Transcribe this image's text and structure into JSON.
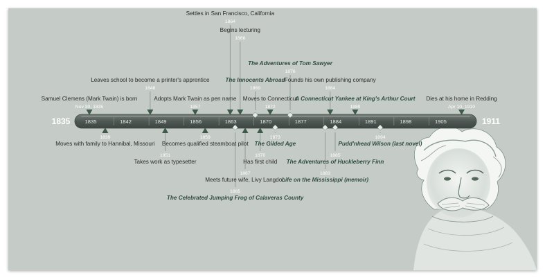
{
  "timeline": {
    "start_label": "1835",
    "end_label": "1911",
    "start_year": 1835,
    "end_year": 1911,
    "ticks": [
      "1835",
      "1842",
      "1849",
      "1856",
      "1863",
      "1870",
      "1877",
      "1884",
      "1891",
      "1898",
      "1905"
    ],
    "events": [
      {
        "year": 1835.83,
        "date": "Nov 30, 1835",
        "text": "Samuel Clemens (Mark Twain) is born",
        "side": "above",
        "level": 0,
        "marker": "triangle",
        "style": "normal"
      },
      {
        "year": 1839,
        "date": "1839",
        "text": "Moves with family to Hannibal, Missouri",
        "side": "below",
        "level": 0,
        "marker": "triangle",
        "style": "normal"
      },
      {
        "year": 1848,
        "date": "1848",
        "text": "Leaves school to become a printer's apprentice",
        "side": "above",
        "level": 1,
        "marker": "triangle",
        "style": "normal"
      },
      {
        "year": 1851,
        "date": "1851",
        "text": "Takes work as typesetter",
        "side": "below",
        "level": 1,
        "marker": "triangle",
        "style": "normal"
      },
      {
        "year": 1857,
        "date": "1857",
        "text": "Adopts Mark Twain as pen name",
        "side": "above",
        "level": 0,
        "marker": "triangle",
        "style": "normal"
      },
      {
        "year": 1859,
        "date": "1859",
        "text": "Becomes qualified steamboat pilot",
        "side": "below",
        "level": 0,
        "marker": "triangle",
        "style": "normal"
      },
      {
        "year": 1864,
        "date": "1864",
        "text": "Settles in San Francisco, California",
        "side": "above",
        "level": 5,
        "marker": "triangle",
        "style": "normal"
      },
      {
        "year": 1865,
        "date": "1865",
        "text": "The Celebrated Jumping Frog of Calaveras County",
        "side": "below",
        "level": 3,
        "marker": "diamond",
        "style": "em"
      },
      {
        "year": 1866,
        "date": "1866",
        "text": "Begins lecturing",
        "side": "above",
        "level": 4,
        "marker": "triangle",
        "style": "normal"
      },
      {
        "year": 1867,
        "date": "1867",
        "text": "Meets future wife, Livy Langdon",
        "side": "below",
        "level": 2,
        "marker": "triangle",
        "style": "normal"
      },
      {
        "year": 1869,
        "date": "1869",
        "text": "The Innocents Abroad",
        "side": "above",
        "level": 1,
        "marker": "diamond",
        "style": "em"
      },
      {
        "year": 1870,
        "date": "1870",
        "text": "Has first child",
        "side": "below",
        "level": 1,
        "marker": "triangle",
        "style": "normal"
      },
      {
        "year": 1872,
        "date": "1872",
        "text": "Moves to Connecticut",
        "side": "above",
        "level": 0,
        "marker": "triangle",
        "style": "normal"
      },
      {
        "year": 1873,
        "date": "1873",
        "text": "The Gilded Age",
        "side": "below",
        "level": 0,
        "marker": "diamond",
        "style": "em"
      },
      {
        "year": 1876,
        "date": "1876",
        "text": "The Adventures of Tom Sawyer",
        "side": "above",
        "level": 2,
        "marker": "diamond",
        "style": "em"
      },
      {
        "year": 1883,
        "date": "1883",
        "text": "Life on the Mississippi (memoir)",
        "side": "below",
        "level": 2,
        "marker": "diamond",
        "style": "em"
      },
      {
        "year": 1884,
        "date": "1884",
        "text": "Founds his own publishing company",
        "side": "above",
        "level": 1,
        "marker": "triangle",
        "style": "normal"
      },
      {
        "year": 1885,
        "date": "1885",
        "text": "The Adventures of Huckleberry Finn",
        "side": "below",
        "level": 1,
        "marker": "diamond",
        "style": "em"
      },
      {
        "year": 1889,
        "date": "1889",
        "text": "A Connecticut Yankee at King's Arthur Court",
        "side": "above",
        "level": 0,
        "marker": "triangle",
        "style": "em"
      },
      {
        "year": 1894,
        "date": "1894",
        "text": "Pudd'nhead Wilson (last novel)",
        "side": "below",
        "level": 0,
        "marker": "diamond",
        "style": "em"
      },
      {
        "year": 1910.28,
        "date": "Apr 10, 1910",
        "text": "Dies at his home in Redding",
        "side": "above",
        "level": 0,
        "marker": "triangle",
        "style": "normal"
      }
    ]
  },
  "colors": {
    "background": "#c5ccc7",
    "bar": "#4e5753",
    "marker": "#3f5a4a",
    "accent_text": "#2e4a3c"
  },
  "portrait": {
    "icon": "mark-twain-portrait-illustration"
  }
}
